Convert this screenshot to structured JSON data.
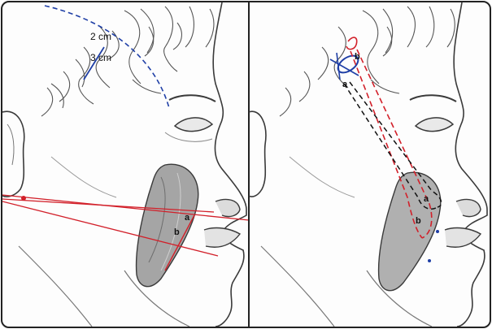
{
  "colors": {
    "sketch": "#3a3a3a",
    "shade": "#8a8a8a",
    "red": "#d2202a",
    "blue": "#1f3fa6",
    "black_dash": "#111111",
    "frame": "#222222"
  },
  "left_panel": {
    "measure_label_1": "2 cm",
    "measure_label_2": "3 cm",
    "point_a": "a",
    "point_b": "b"
  },
  "right_panel": {
    "point_a_top": "a",
    "point_b_top": "b",
    "point_a_bottom": "a",
    "point_b_bottom": "b"
  }
}
